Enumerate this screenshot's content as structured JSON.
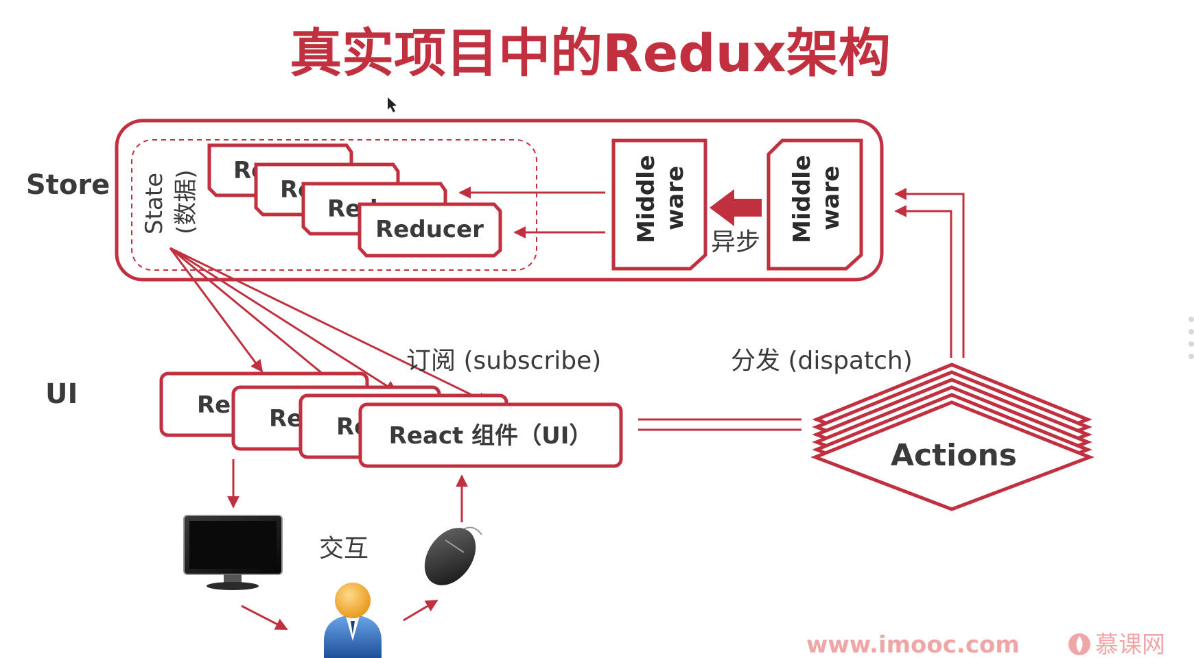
{
  "title": "真实项目中的Redux架构",
  "labels": {
    "store": "Store",
    "ui": "UI",
    "state": "State",
    "state_sub": "(数据)",
    "subscribe": "订阅 (subscribe)",
    "dispatch": "分发 (dispatch)",
    "async": "异步",
    "interact": "交互"
  },
  "reducers": {
    "partial_1": "Re",
    "partial_2": "Re",
    "partial_3": "Red",
    "front": "Reducer"
  },
  "middleware": {
    "left_line1": "Middle",
    "left_line2": "ware",
    "right_line1": "Middle",
    "right_line2": "ware"
  },
  "components": {
    "partial_1": "Re",
    "partial_2": "Re",
    "partial_3": "Re",
    "front": "React 组件（UI）"
  },
  "actions": "Actions",
  "watermark": {
    "site": "www.imooc.com",
    "brand": "慕课网"
  },
  "colors": {
    "accent": "#c0303f",
    "text": "#3a3a3a",
    "watermark": "#f0a6a6"
  },
  "icons": [
    "monitor-icon",
    "user-icon",
    "mouse-icon"
  ]
}
